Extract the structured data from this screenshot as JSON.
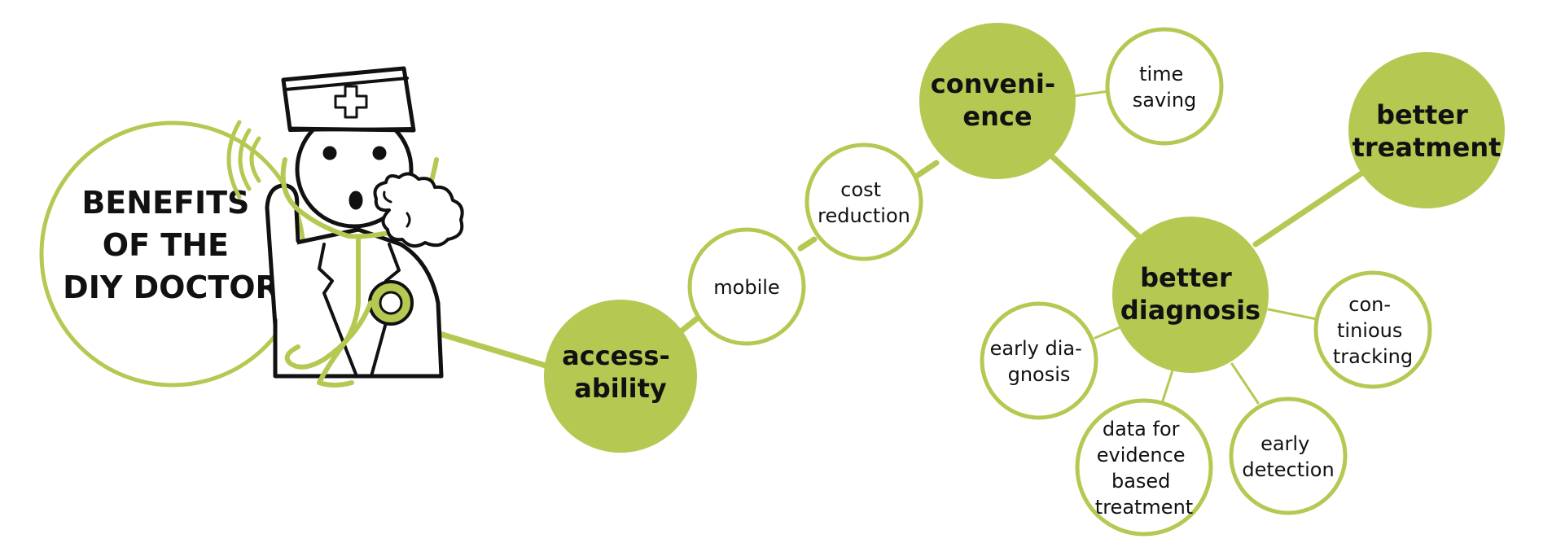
{
  "colors": {
    "accent": "#b5c952",
    "ink": "#111111",
    "paper": "#ffffff"
  },
  "title": {
    "lines": [
      "BENEFITS",
      "OF THE",
      "DIY DOCTOR"
    ]
  },
  "illustration": {
    "subject": "doctor-with-stethoscope-icon"
  },
  "nodes": {
    "accessability": {
      "lines": [
        "access-",
        "ability"
      ]
    },
    "mobile": {
      "lines": [
        "mobile"
      ]
    },
    "cost_reduction": {
      "lines": [
        "cost",
        "reduction"
      ]
    },
    "convenience": {
      "lines": [
        "conveni-",
        "ence"
      ]
    },
    "time_saving": {
      "lines": [
        "time",
        "saving"
      ]
    },
    "better_diagnosis": {
      "lines": [
        "better",
        "diagnosis"
      ]
    },
    "better_treatment": {
      "lines": [
        "better",
        "treatment"
      ]
    },
    "continious_tracking": {
      "lines": [
        "con-",
        "tinious",
        "tracking"
      ]
    },
    "early_diagnosis": {
      "lines": [
        "early dia-",
        "gnosis"
      ]
    },
    "data_for_evidence": {
      "lines": [
        "data for",
        "evidence",
        "based",
        "treatment"
      ]
    },
    "early_detection": {
      "lines": [
        "early",
        "detection"
      ]
    }
  }
}
